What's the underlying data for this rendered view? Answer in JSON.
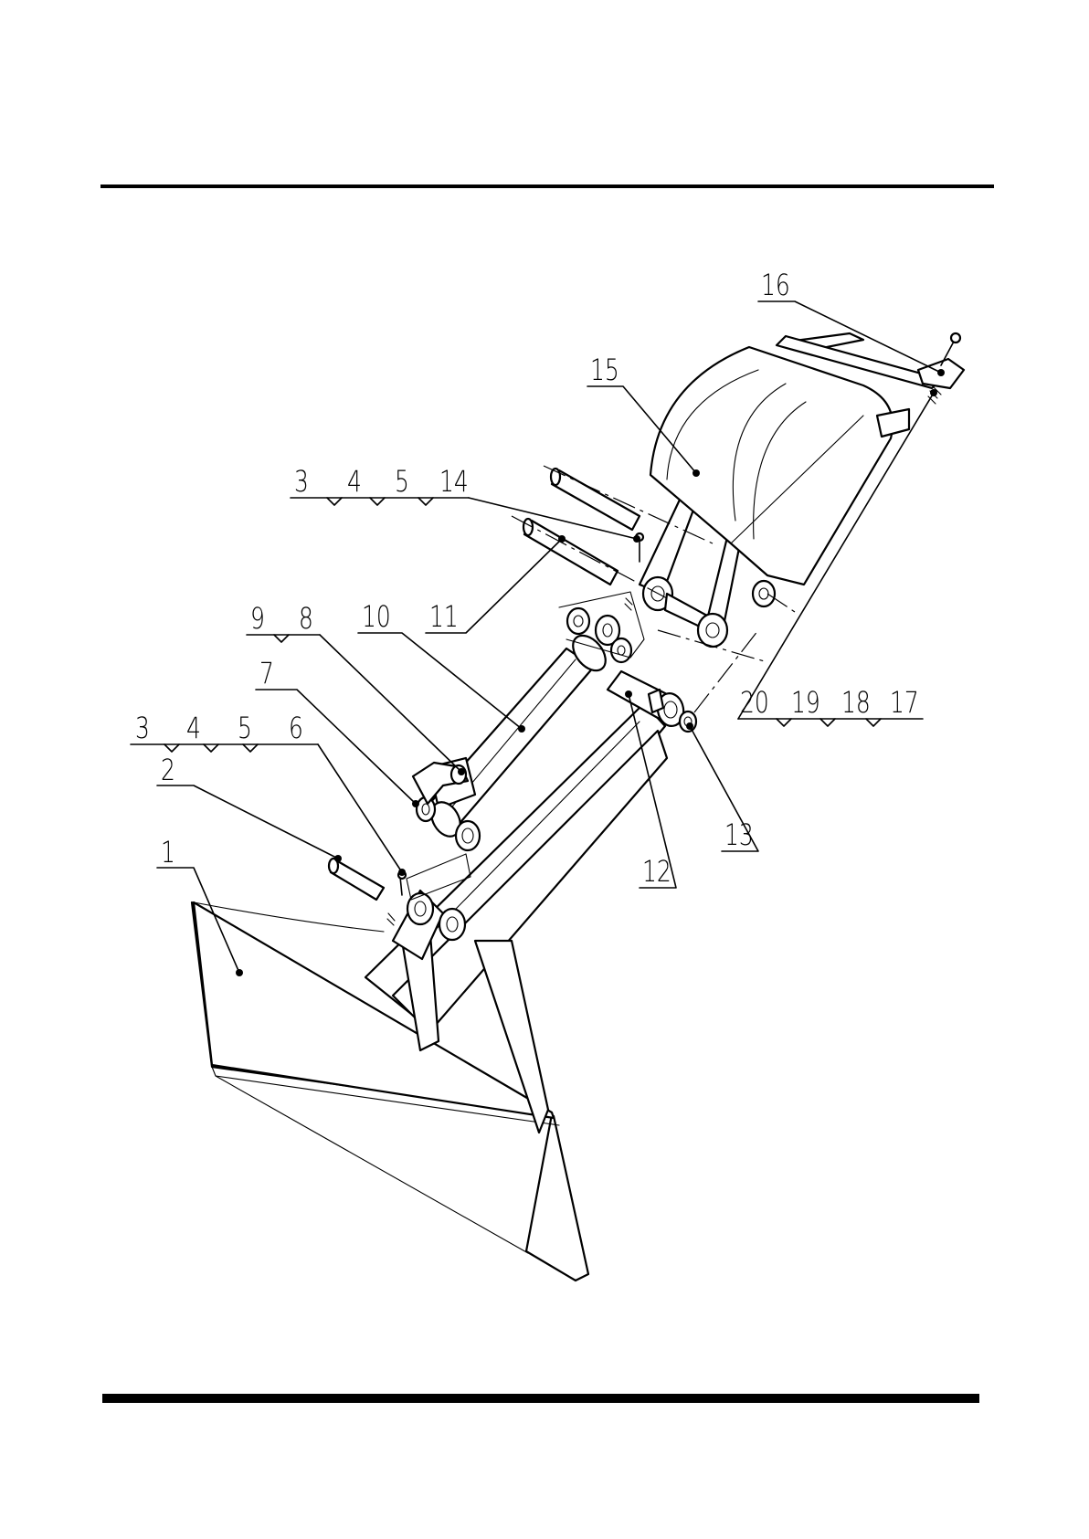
{
  "diagram": {
    "callouts": [
      {
        "id": "c1",
        "text": "1"
      },
      {
        "id": "c2",
        "text": "2"
      },
      {
        "id": "c3a",
        "text": "3"
      },
      {
        "id": "c4a",
        "text": "4"
      },
      {
        "id": "c5a",
        "text": "5"
      },
      {
        "id": "c6",
        "text": "6"
      },
      {
        "id": "c7",
        "text": "7"
      },
      {
        "id": "c9",
        "text": "9"
      },
      {
        "id": "c8",
        "text": "8"
      },
      {
        "id": "c10",
        "text": "10"
      },
      {
        "id": "c11",
        "text": "11"
      },
      {
        "id": "c3b",
        "text": "3"
      },
      {
        "id": "c4b",
        "text": "4"
      },
      {
        "id": "c5b",
        "text": "5"
      },
      {
        "id": "c14",
        "text": "14"
      },
      {
        "id": "c12",
        "text": "12"
      },
      {
        "id": "c13",
        "text": "13"
      },
      {
        "id": "c15",
        "text": "15"
      },
      {
        "id": "c16",
        "text": "16"
      },
      {
        "id": "c20",
        "text": "20"
      },
      {
        "id": "c19",
        "text": "19"
      },
      {
        "id": "c18",
        "text": "18"
      },
      {
        "id": "c17",
        "text": "17"
      }
    ]
  }
}
